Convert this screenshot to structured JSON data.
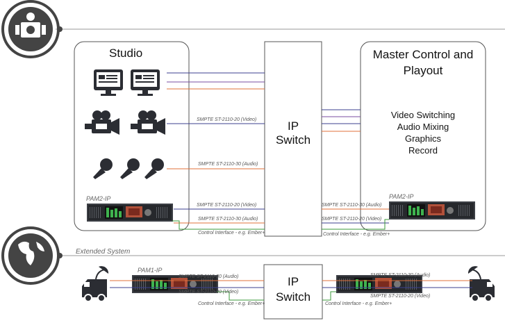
{
  "studio": {
    "title": "Studio"
  },
  "master_control": {
    "title_line1": "Master Control and",
    "title_line2": "Playout",
    "functions": [
      "Video Switching",
      "Audio Mixing",
      "Graphics",
      "Record"
    ]
  },
  "ip_switch_main": {
    "line1": "IP",
    "line2": "Switch"
  },
  "ip_switch_ext": {
    "line1": "IP",
    "line2": "Switch"
  },
  "extended_system_label": "Extended System",
  "devices": {
    "pam2_left": "PAM2-IP",
    "pam2_right": "PAM2-IP",
    "pam1": "PAM1-IP"
  },
  "signals": {
    "video_cameras": "SMPTE ST-2110-20 (Video)",
    "audio_mics": "SMPTE ST-2110-30 (Audio)",
    "pam_left_video": "SMPTE ST-2110-20 (Video)",
    "pam_left_audio": "SMPTE ST-2110-30 (Audio)",
    "pam_left_control": "Control Interface - e.g. Ember+",
    "pam_right_audio": "SMPTE ST-2110-30 (Audio)",
    "pam_right_video": "SMPTE ST-2110-20 (Video)",
    "pam_right_control": "Control Interface - e.g. Ember+",
    "ext_left_audio": "SMPTE ST-2110-30 (Audio)",
    "ext_left_video": "SMPTE ST-2110-20 (Video)",
    "ext_left_control": "Control Interface - e.g. Ember+",
    "ext_right_audio": "SMPTE ST-2110-30 (Audio)",
    "ext_right_video": "SMPTE ST-2110-20 (Video)",
    "ext_right_control": "Control Interface - e.g. Ember+"
  },
  "colors": {
    "video": "#3b3f8f",
    "audio": "#e0703a",
    "control": "#3a9a3a",
    "rule": "#888888"
  },
  "icons": [
    "broadcast-studio-icon",
    "globe-icon",
    "monitor-icon",
    "camera-icon",
    "microphone-icon",
    "satellite-van-icon"
  ]
}
